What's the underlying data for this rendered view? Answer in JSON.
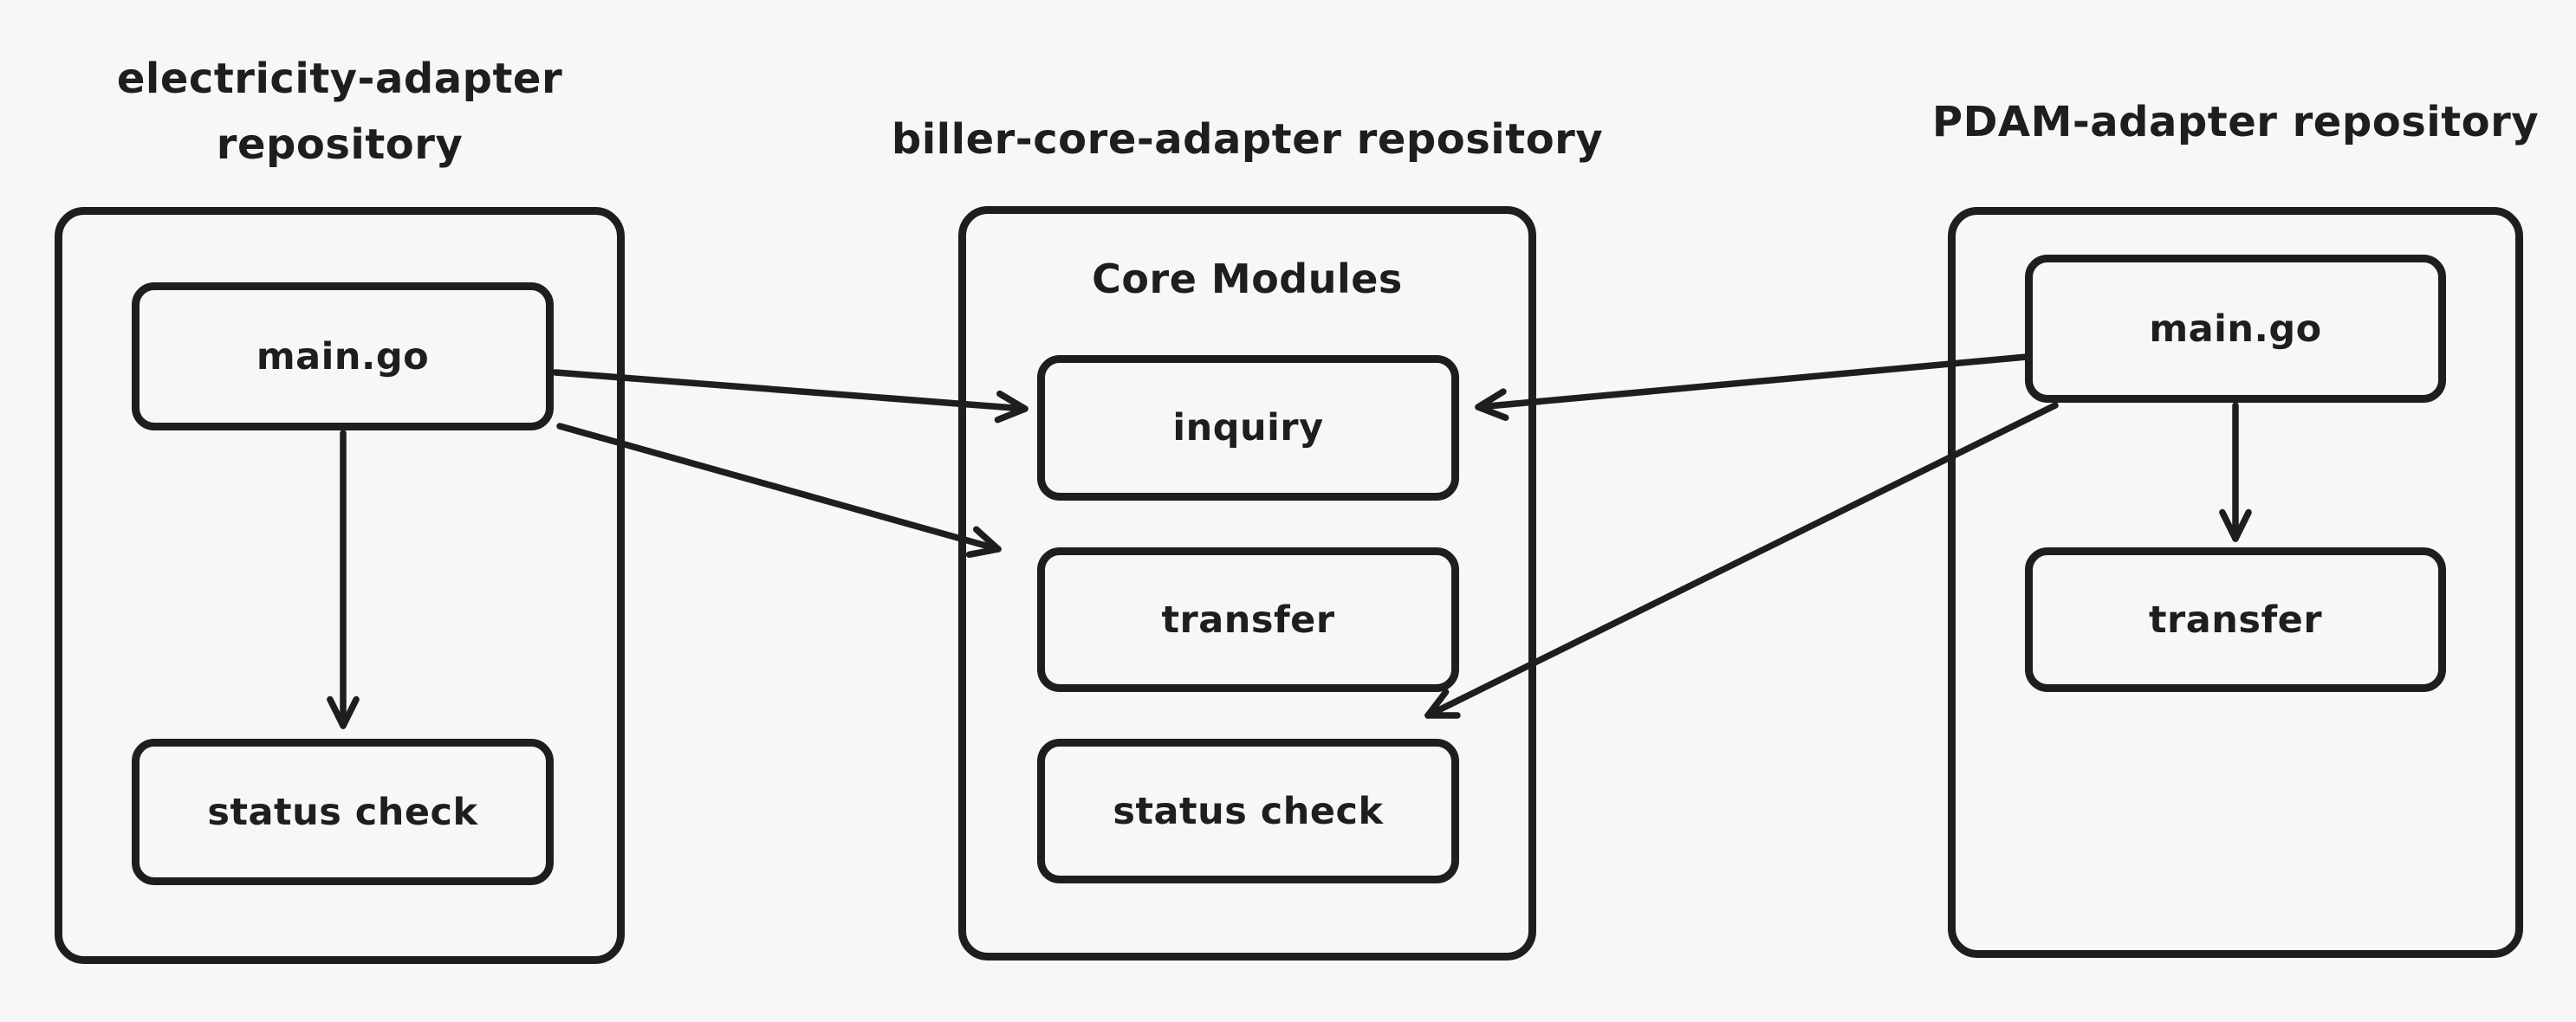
{
  "colors": {
    "background": "#f7f7f8",
    "stroke": "#1e1e1e"
  },
  "repos": {
    "electricity": {
      "title": "electricity-adapter\nrepository",
      "nodes": {
        "main": "main.go",
        "status": "status check"
      }
    },
    "core": {
      "title": "biller-core-adapter repository",
      "heading": "Core Modules",
      "nodes": {
        "inquiry": "inquiry",
        "transfer": "transfer",
        "status": "status check"
      }
    },
    "pdam": {
      "title": "PDAM-adapter repository",
      "nodes": {
        "main": "main.go",
        "transfer": "transfer"
      }
    }
  },
  "edges": [
    {
      "from": "electricity.main",
      "to": "core.inquiry"
    },
    {
      "from": "electricity.main",
      "to": "core.transfer"
    },
    {
      "from": "electricity.main",
      "to": "electricity.status"
    },
    {
      "from": "pdam.main",
      "to": "core.inquiry"
    },
    {
      "from": "pdam.main",
      "to": "core.status"
    },
    {
      "from": "pdam.main",
      "to": "pdam.transfer"
    }
  ]
}
